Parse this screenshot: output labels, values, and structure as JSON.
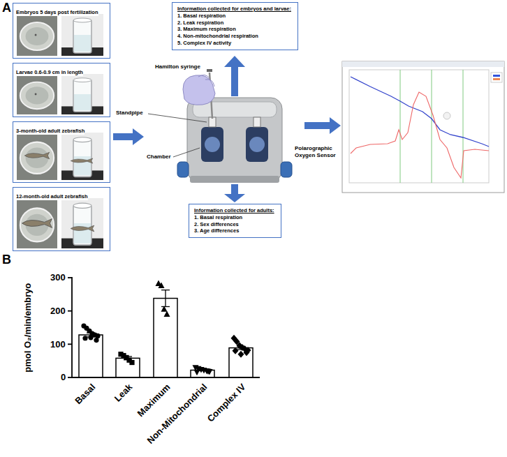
{
  "diagram": {
    "nodes": [
      {
        "text": [
          "Embryos 5 days post fertilization"
        ]
      },
      {
        "text": [
          "Larvae 0.6-0.9 cm in length"
        ]
      },
      {
        "text": [
          "3-month-old adult zebrafish"
        ]
      },
      {
        "text": [
          "12-month-old adult zebrafish"
        ]
      },
      {
        "text": [
          "Information collected for embryos and larvae:",
          "1. Basal respiration",
          "2. Leak respiration",
          "3. Maximum respiration",
          "4. Non-mitochondrial respiration",
          "5. Complex IV activity"
        ]
      },
      {
        "text": [
          "Information collected for adults:",
          "1. Basal respiration",
          "2. Sex differences",
          "3. Age differences"
        ]
      }
    ],
    "labels": [
      "A",
      "Hamilton syringe",
      "Standpipe",
      "Chamber",
      "Polarographic Oxygen Sensor",
      "B",
      "pmol O₂/min/embryo",
      "0",
      "100",
      "200",
      "300",
      "Basal",
      "Leak",
      "Maximum",
      "Non-Mitochondrial",
      "Complex IV"
    ]
  }
}
